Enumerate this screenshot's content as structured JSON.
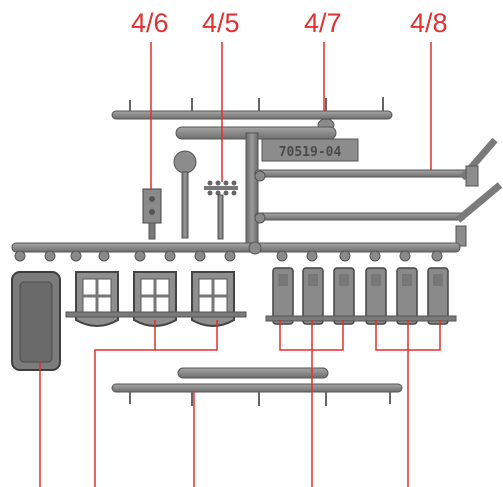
{
  "callouts": {
    "part_4_6": "4/6",
    "part_4_5": "4/5",
    "part_4_7": "4/7",
    "part_4_8": "4/8"
  },
  "sprue_tag": "70519-04",
  "colors": {
    "plastic": "#8c8c8c",
    "plastic_dark": "#5a5a5a",
    "plastic_light": "#b4b4b4",
    "leader": "#e03030"
  }
}
